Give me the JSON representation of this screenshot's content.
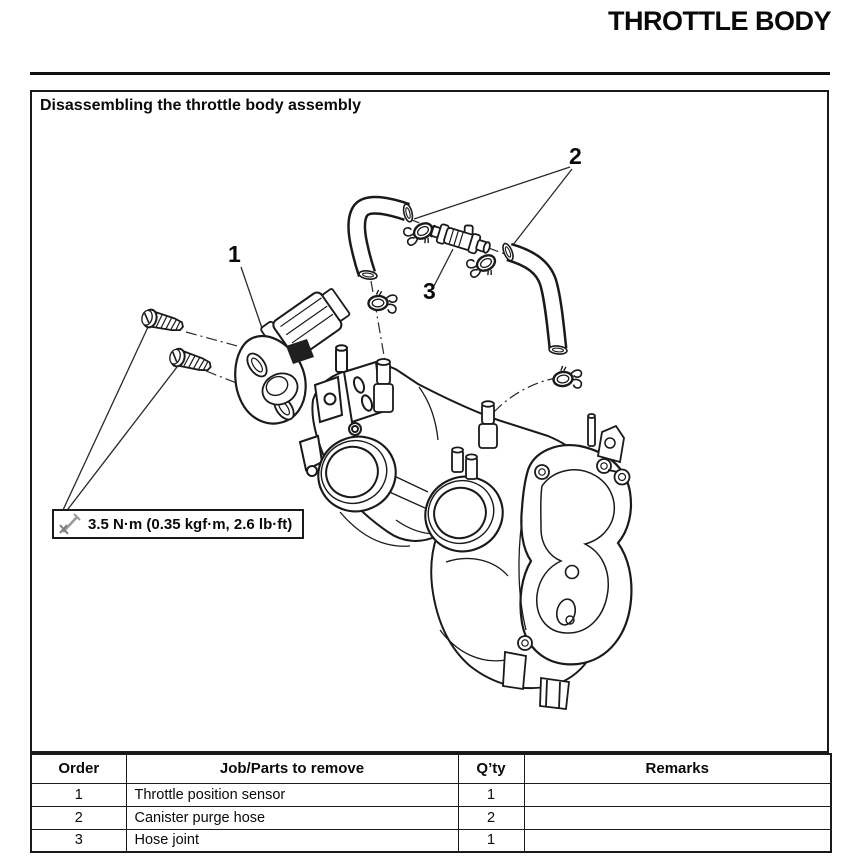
{
  "header": {
    "title": "THROTTLE BODY"
  },
  "figure": {
    "heading": "Disassembling the throttle body assembly",
    "torque": {
      "icon": "torque-wrench-icon",
      "label": "3.5 N·m (0.35 kgf·m, 2.6 lb·ft)"
    },
    "callouts": [
      {
        "label": "1"
      },
      {
        "label": "2"
      },
      {
        "label": "3"
      }
    ]
  },
  "parts_table": {
    "headers": [
      "Order",
      "Job/Parts to remove",
      "Q’ty",
      "Remarks"
    ],
    "rows": [
      {
        "order": "1",
        "job": "Throttle position sensor",
        "qty": "1",
        "remarks": ""
      },
      {
        "order": "2",
        "job": "Canister purge hose",
        "qty": "2",
        "remarks": ""
      },
      {
        "order": "3",
        "job": "Hose joint",
        "qty": "1",
        "remarks": ""
      }
    ]
  }
}
